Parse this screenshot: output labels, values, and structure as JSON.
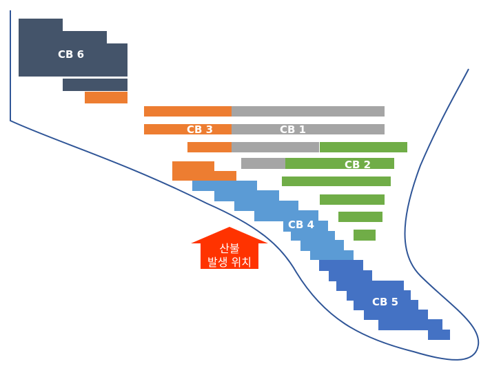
{
  "labels": {
    "cb1": "CB 1",
    "cb2": "CB 2",
    "cb3": "CB 3",
    "cb4": "CB 4",
    "cb5": "CB 5",
    "cb6": "CB 6"
  },
  "fire": {
    "line1": "산불",
    "line2": "발생 위치"
  },
  "colors": {
    "cb1": "#a5a5a5",
    "cb2": "#70ad47",
    "cb3": "#ed7d31",
    "cb4": "#5b9bd5",
    "cb5": "#4472c4",
    "cb6": "#44546a",
    "arrow": "#ff3300",
    "outline": "#2f5597"
  }
}
